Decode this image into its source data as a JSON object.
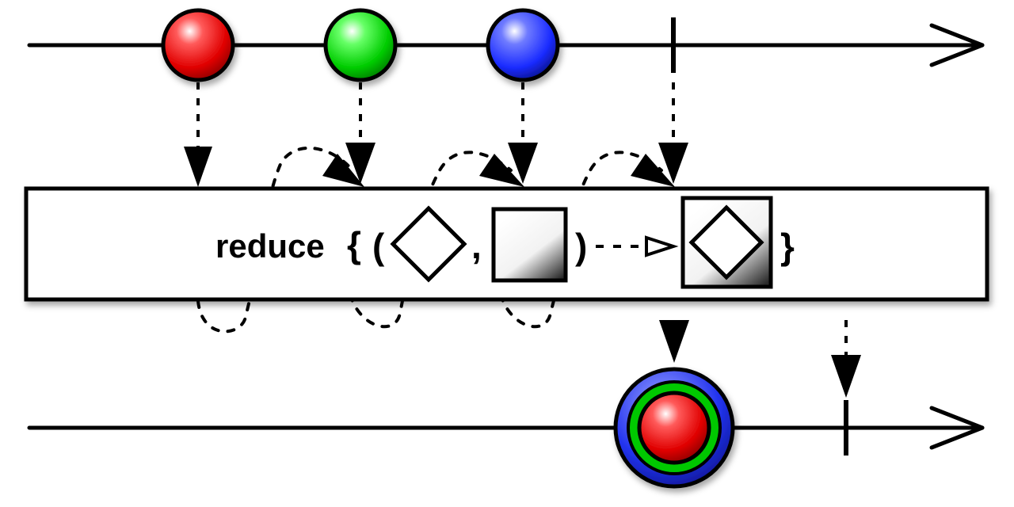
{
  "operator": {
    "name": "reduce",
    "open_brace": "{",
    "open_paren": "(",
    "comma": ",",
    "close_paren": ")",
    "close_brace": "}"
  },
  "input_stream": {
    "marbles": [
      {
        "name": "red-marble",
        "color": "#e00000"
      },
      {
        "name": "green-marble",
        "color": "#00c800"
      },
      {
        "name": "blue-marble",
        "color": "#1a2bff"
      }
    ],
    "completes": true
  },
  "output_stream": {
    "result_marble": {
      "rings": [
        "#1a2bff",
        "#00c800"
      ],
      "core": "#e00000"
    },
    "completes": true
  },
  "colors": {
    "stroke": "#000000",
    "background": "#ffffff"
  }
}
